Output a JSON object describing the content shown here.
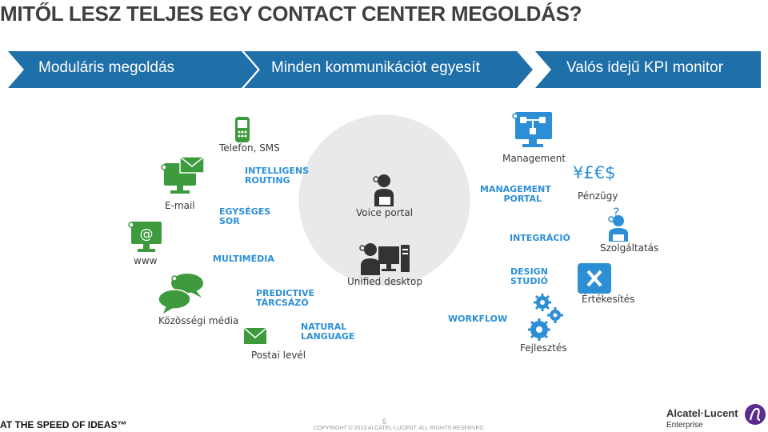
{
  "title": "MITŐL LESZ TELJES EGY CONTACT CENTER MEGOLDÁS?",
  "chevrons": [
    {
      "label": "Moduláris megoldás"
    },
    {
      "label": "Minden kommunikációt egyesít"
    },
    {
      "label": "Valós idejű KPI monitor"
    }
  ],
  "left": {
    "channels": {
      "phone": "Telefon, SMS",
      "email": "E-mail",
      "www": "www",
      "social": "Közösségi média",
      "post": "Postai levél"
    },
    "features": {
      "routing": "INTELLIGENS\nROUTING",
      "queue": "EGYSÉGES\nSOR",
      "multimedia": "MULTIMÉDIA",
      "dialer": "PREDICTIVE\nTÁRCSÁZÓ",
      "natural": "NATURAL\nLANGUAGE"
    }
  },
  "center": {
    "voice_portal": "Voice portal",
    "unified_desktop": "Unified desktop"
  },
  "right": {
    "workflow": "WORKFLOW",
    "management": "Management",
    "mgmt_portal": "MANAGEMENT\nPORTAL",
    "integration": "INTEGRÁCIÓ",
    "design_studio": "DESIGN\nSTUDIÓ",
    "development": "Fejlesztés",
    "currency": "¥£€$",
    "finance": "Pénzügy",
    "service": "Szolgáltatás",
    "sales": "Értékesítés",
    "question_mark": "?"
  },
  "footer": {
    "tagline": "AT THE SPEED OF IDEAS™",
    "page": "5",
    "copyright": "COPYRIGHT © 2013 ALCATEL-LUCENT.  ALL RIGHTS RESERVED.",
    "brand": "Alcatel·Lucent",
    "brand_sub": "Enterprise"
  },
  "colors": {
    "chevron": "#1f6fa8",
    "accent_blue": "#2c8fd6",
    "green": "#3d9a3d",
    "title": "#3f3f3f"
  }
}
